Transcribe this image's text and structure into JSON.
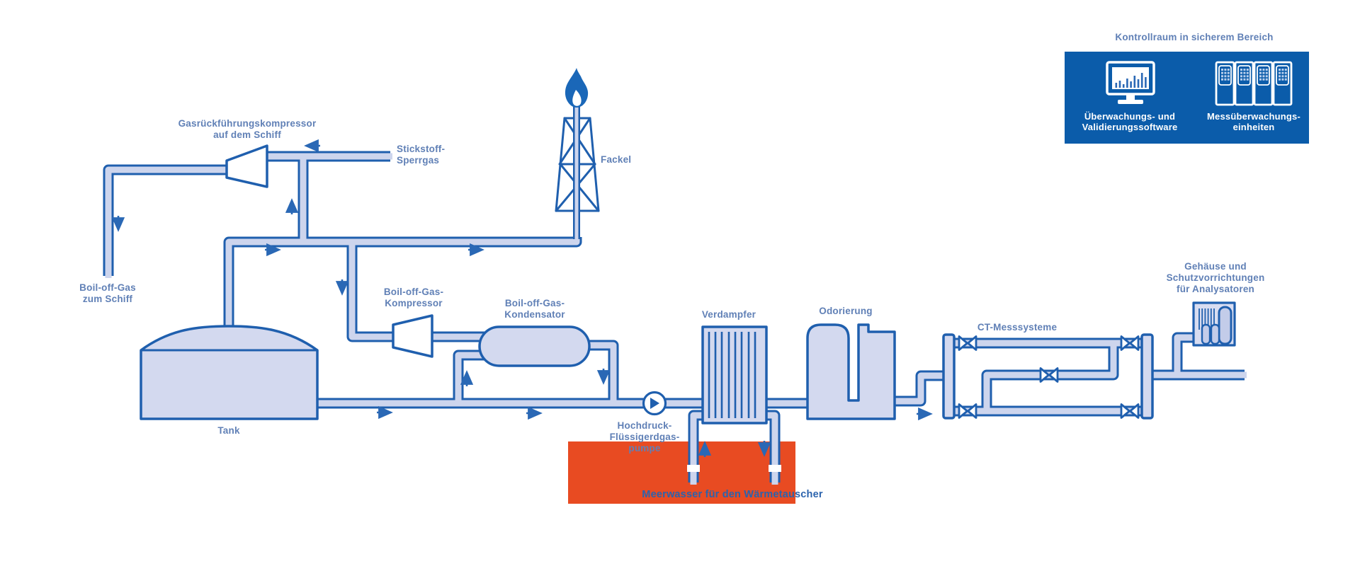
{
  "colors": {
    "pipe_outline": "#1f5fae",
    "pipe_fill": "#cdd5ed",
    "equipment_fill": "#d3d9ef",
    "arrow": "#2a68b5",
    "label_text": "#6080b6",
    "control_room_box": "#0b5caa",
    "seawater_box": "#e84b22",
    "seawater_text": "#2b63ad",
    "flame": "#1a67b8"
  },
  "labels": {
    "gas_return_compressor": "Gasrückführungskompressor\nauf dem Schiff",
    "nitrogen_seal_gas": "Stickstoff-\nSperrgas",
    "boil_off_gas_to_ship": "Boil-off-Gas\nzum Schiff",
    "flare": "Fackel",
    "tank": "Tank",
    "bog_compressor": "Boil-off-Gas-\nKompressor",
    "bog_condenser": "Boil-off-Gas-\nKondensator",
    "hp_lng_pump": "Hochdruck-\nFlüssigerdgas-\npumpe",
    "vaporizer": "Verdampfer",
    "seawater": "Meerwasser für den Wärmetauscher",
    "odorization": "Odorierung",
    "ct_metering": "CT-Messsysteme",
    "analyzer_housing": "Gehäuse und\nSchutzvorrichtungen\nfür Analysatoren",
    "control_room_title": "Kontrollraum in sicherem Bereich",
    "monitoring_software": "Überwachungs- und\nValidierungssoftware",
    "metering_units": "Messüberwachungs-\neinheiten"
  }
}
